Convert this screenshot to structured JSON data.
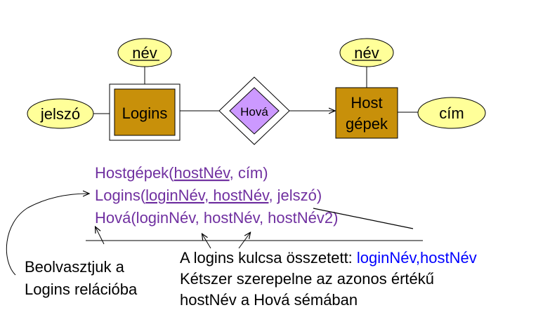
{
  "diagram": {
    "entities": [
      {
        "id": "logins",
        "label": "Logins",
        "weak": true
      },
      {
        "id": "host",
        "label_lines": [
          "Host",
          "gépek"
        ],
        "weak": false
      }
    ],
    "relationship": {
      "label": "Hová",
      "weak": true
    },
    "attributes": {
      "logins_nev": "név",
      "logins_jelszo": "jelszó",
      "host_nev": "név",
      "host_cim": "cím"
    }
  },
  "schemas": [
    {
      "name": "Hostgépek(",
      "parts": [
        "hostNév",
        ", cím)"
      ]
    },
    {
      "name": "Logins(",
      "parts": [
        "loginNév, hostNév",
        ", jelszó)"
      ]
    },
    {
      "text": "Hová(loginNév, hostNév, hostNév2)"
    }
  ],
  "notes": {
    "left": [
      "Beolvasztjuk a",
      "Logins relációba"
    ],
    "right_line1_prefix": "A logins kulcsa összetett: ",
    "right_line1_key": "loginNév,hostNév",
    "right_line2": "Kétszer szerepelne az azonos értékű",
    "right_line3": "hostNév a Hová sémában"
  },
  "colors": {
    "entity_fill": "#c8900a",
    "attribute_fill": "#ffff99",
    "relationship_fill": "#cc99ff",
    "schema_text": "#7030a0",
    "key_text": "#0000ff"
  }
}
